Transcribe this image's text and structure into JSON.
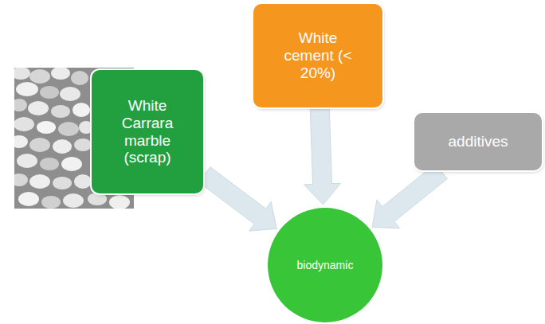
{
  "diagram": {
    "nodes": [
      {
        "text": [
          "White Carrara marble (scrap)"
        ]
      },
      {
        "text": [
          "White cement (< 20%)"
        ]
      },
      {
        "text": [
          "additives"
        ]
      },
      {
        "text": [
          "biodynamic"
        ]
      }
    ],
    "edges": [
      {
        "from": 0,
        "to": 3,
        "arrow": "to"
      },
      {
        "from": 1,
        "to": 3,
        "arrow": "to"
      },
      {
        "from": 2,
        "to": 3,
        "arrow": "to"
      }
    ]
  }
}
